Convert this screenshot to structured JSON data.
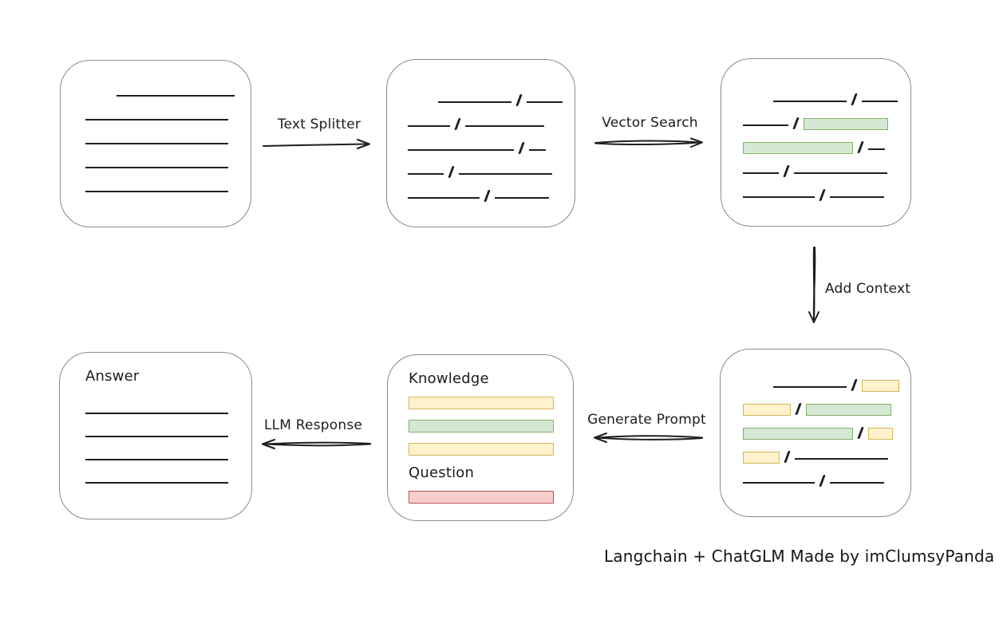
{
  "diagram": {
    "colors": {
      "box_border": "#8a8a8a",
      "line": "#1f1f1f",
      "green_fill": "#d5e8d4",
      "green_border": "#82b366",
      "yellow_fill": "#fff2cc",
      "yellow_border": "#d6b656",
      "red_fill": "#f8cecc",
      "red_border": "#b85450"
    },
    "arrows": {
      "text_splitter": {
        "label": "Text Splitter",
        "direction": "right"
      },
      "vector_search": {
        "label": "Vector Search",
        "direction": "right"
      },
      "add_context": {
        "label": "Add Context",
        "direction": "down"
      },
      "generate_prompt": {
        "label": "Generate Prompt",
        "direction": "left"
      },
      "llm_response": {
        "label": "LLM Response",
        "direction": "left"
      }
    },
    "boxes": {
      "document": {
        "rows": [
          [
            {
              "t": "gap",
              "w": 31
            },
            {
              "t": "line",
              "w": 148
            }
          ],
          [
            {
              "t": "line",
              "w": 179
            }
          ],
          [
            {
              "t": "line",
              "w": 179
            }
          ],
          [
            {
              "t": "line",
              "w": 179
            }
          ],
          [
            {
              "t": "line",
              "w": 179
            }
          ]
        ]
      },
      "chunks": {
        "rows": [
          [
            {
              "t": "gap",
              "w": 30
            },
            {
              "t": "line",
              "w": 92
            },
            {
              "t": "slash"
            },
            {
              "t": "line",
              "w": 45
            }
          ],
          [
            {
              "t": "line",
              "w": 53
            },
            {
              "t": "slash"
            },
            {
              "t": "line",
              "w": 99
            }
          ],
          [
            {
              "t": "line",
              "w": 133
            },
            {
              "t": "slash"
            },
            {
              "t": "line",
              "w": 21
            }
          ],
          [
            {
              "t": "line",
              "w": 45
            },
            {
              "t": "slash"
            },
            {
              "t": "line",
              "w": 117
            }
          ],
          [
            {
              "t": "line",
              "w": 90
            },
            {
              "t": "slash"
            },
            {
              "t": "line",
              "w": 68
            }
          ]
        ]
      },
      "search_results": {
        "rows": [
          [
            {
              "t": "gap",
              "w": 30
            },
            {
              "t": "line",
              "w": 92
            },
            {
              "t": "slash"
            },
            {
              "t": "line",
              "w": 45
            }
          ],
          [
            {
              "t": "line",
              "w": 57
            },
            {
              "t": "slash"
            },
            {
              "t": "green",
              "w": 106
            }
          ],
          [
            {
              "t": "green",
              "w": 138
            },
            {
              "t": "slash"
            },
            {
              "t": "line",
              "w": 21
            }
          ],
          [
            {
              "t": "line",
              "w": 45
            },
            {
              "t": "slash"
            },
            {
              "t": "line",
              "w": 117
            }
          ],
          [
            {
              "t": "line",
              "w": 90
            },
            {
              "t": "slash"
            },
            {
              "t": "line",
              "w": 68
            }
          ]
        ]
      },
      "context": {
        "rows": [
          [
            {
              "t": "gap",
              "w": 30
            },
            {
              "t": "line",
              "w": 92
            },
            {
              "t": "slash"
            },
            {
              "t": "yellow",
              "w": 47
            }
          ],
          [
            {
              "t": "yellow",
              "w": 60
            },
            {
              "t": "slash"
            },
            {
              "t": "green",
              "w": 107
            }
          ],
          [
            {
              "t": "green",
              "w": 138
            },
            {
              "t": "slash"
            },
            {
              "t": "yellow",
              "w": 31
            }
          ],
          [
            {
              "t": "yellow",
              "w": 46
            },
            {
              "t": "slash"
            },
            {
              "t": "line",
              "w": 117
            }
          ],
          [
            {
              "t": "line",
              "w": 90
            },
            {
              "t": "slash"
            },
            {
              "t": "line",
              "w": 68
            }
          ]
        ]
      },
      "prompt": {
        "knowledge_label": "Knowledge",
        "knowledge_bars": [
          {
            "color": "yellow"
          },
          {
            "color": "green"
          },
          {
            "color": "yellow"
          }
        ],
        "question_label": "Question",
        "question_bars": [
          {
            "color": "red"
          }
        ]
      },
      "answer": {
        "label": "Answer",
        "line_count": 4
      }
    },
    "footer": "Langchain + ChatGLM Made by imClumsyPanda"
  }
}
